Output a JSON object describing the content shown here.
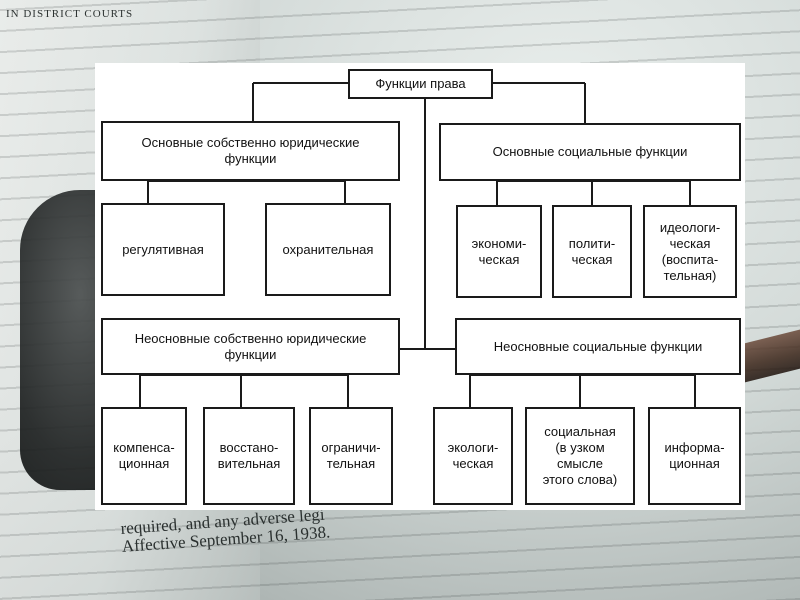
{
  "diagram": {
    "root": "Функции права",
    "left_primary": {
      "title": "Основные собственно юридические\nфункции",
      "items": [
        "регулятивная",
        "охранительная"
      ]
    },
    "right_primary": {
      "title": "Основные социальные функции",
      "items": [
        "экономи-\nческая",
        "полити-\nческая",
        "идеологи-\nческая\n(воспита-\nтельная)"
      ]
    },
    "left_secondary": {
      "title": "Неосновные собственно юридические\nфункции",
      "items": [
        "компенса-\nционная",
        "восстано-\nвительная",
        "ограничи-\nтельная"
      ]
    },
    "right_secondary": {
      "title": "Неосновные социальные функции",
      "items": [
        "экологи-\nческая",
        "социальная\n(в узком\nсмысле\nэтого слова)",
        "информа-\nционная"
      ]
    }
  },
  "background_text": {
    "header": "IN DISTRICT COURTS",
    "footer_line1": "required,   and   any   adverse   legi",
    "footer_line2": "Affective September 16, 1938."
  },
  "colors": {
    "box_border": "#1a1a1a",
    "diagram_background": "#ffffff",
    "text": "#111111"
  }
}
